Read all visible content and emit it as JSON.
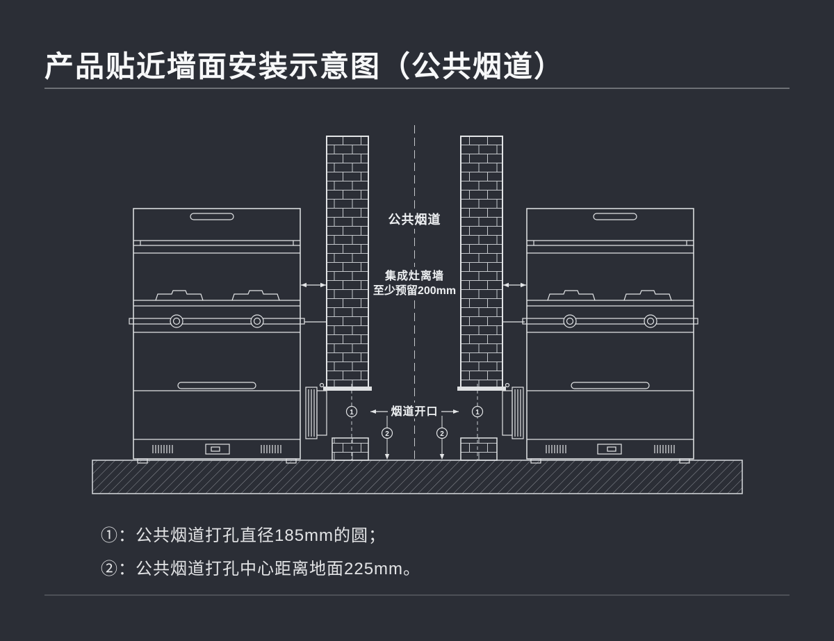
{
  "page": {
    "background": "#2b2e36",
    "title": "产品贴近墙面安装示意图（公共烟道）"
  },
  "diagram": {
    "colors": {
      "line": "#e3e5e7",
      "brick": "#c6c9cd",
      "hatch": "#90939a"
    },
    "labels": {
      "flue": "公共烟道",
      "clearance_line1": "集成灶离墙",
      "clearance_line2": "至少预留200mm",
      "opening": "烟道开口",
      "marker1": "1",
      "marker2": "2"
    }
  },
  "notes": [
    "①：公共烟道打孔直径185mm的圆；",
    "②：公共烟道打孔中心距离地面225mm。"
  ]
}
